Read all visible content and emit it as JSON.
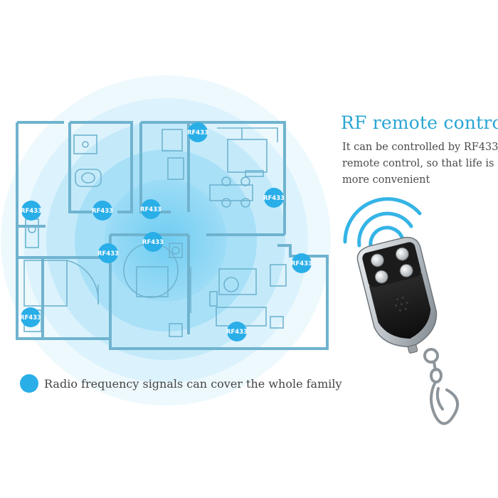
{
  "title": "RF remote control",
  "description": {
    "line1": "It can be controlled by RF433",
    "line2": "remote control, so that life is",
    "line3": "more convenient"
  },
  "caption": "Radio frequency signals can cover the whole family",
  "badge_label": "RF433",
  "colors": {
    "accent": "#2aa6d3",
    "badge": "#29aee8",
    "wall": "#6fb3cf",
    "signal_outer": "#eaf7fd",
    "signal_inner": "#7dd3f3"
  }
}
